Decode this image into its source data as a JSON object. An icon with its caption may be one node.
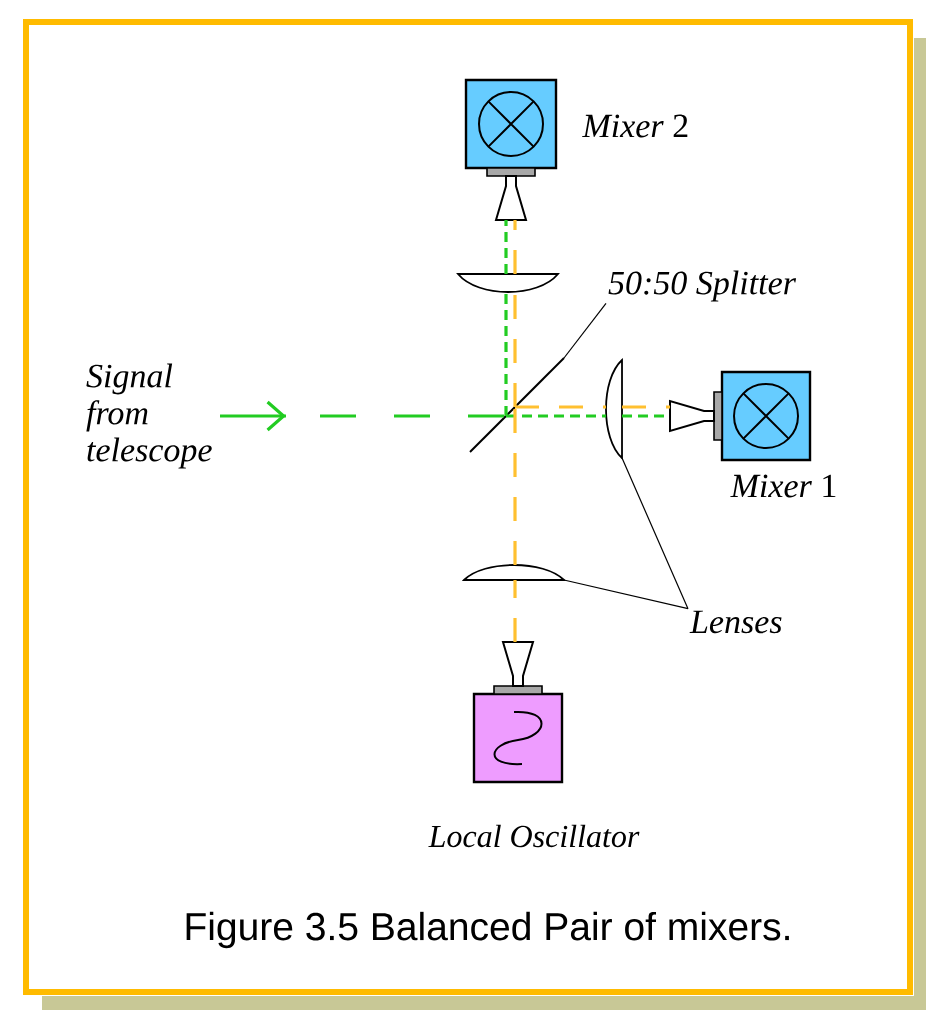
{
  "diagram": {
    "caption": "Figure 3.5 Balanced Pair of mixers.",
    "nodes": [
      {
        "text": [],
        "shape": "box",
        "beside": [
          "*Mixer* 2"
        ]
      },
      {
        "text": [],
        "shape": "lens"
      },
      {
        "text": [
          "50:50 Splitter"
        ]
      },
      {
        "text": [
          "Signal from telescope"
        ]
      },
      {
        "text": [],
        "shape": "line"
      },
      {
        "text": [],
        "shape": "lens"
      },
      {
        "text": [],
        "shape": "box",
        "beside": [
          "*Mixer* 1"
        ]
      },
      {
        "text": [],
        "shape": "lens"
      },
      {
        "text": [
          "Lenses"
        ]
      },
      {
        "text": [],
        "shape": "box",
        "beside": [
          "Local Oscillator"
        ]
      }
    ],
    "edges": [
      {
        "from": 3,
        "to": 4,
        "arrow": "to",
        "style": "dashed",
        "color": "#22cc22"
      },
      {
        "from": 4,
        "to": 1,
        "arrow": "none",
        "style": "dashed",
        "color": "#22cc22"
      },
      {
        "from": 1,
        "to": 0,
        "arrow": "none",
        "style": "dashed",
        "color": "#22cc22"
      },
      {
        "from": 4,
        "to": 5,
        "arrow": "none",
        "style": "dashed",
        "color": "#22cc22"
      },
      {
        "from": 5,
        "to": 6,
        "arrow": "none",
        "style": "dashed",
        "color": "#22cc22"
      },
      {
        "from": 9,
        "to": 7,
        "arrow": "none",
        "style": "dashed",
        "color": "#ffc030"
      },
      {
        "from": 7,
        "to": 4,
        "arrow": "none",
        "style": "dashed",
        "color": "#ffc030"
      },
      {
        "from": 4,
        "to": 1,
        "arrow": "none",
        "style": "dashed",
        "color": "#ffc030"
      },
      {
        "from": 1,
        "to": 0,
        "arrow": "none",
        "style": "dashed",
        "color": "#ffc030"
      },
      {
        "from": 4,
        "to": 5,
        "arrow": "none",
        "style": "dashed",
        "color": "#ffc030"
      },
      {
        "from": 5,
        "to": 6,
        "arrow": "none",
        "style": "dashed",
        "color": "#ffc030"
      },
      {
        "from": 2,
        "to": 4,
        "arrow": "none",
        "color": "#000000"
      },
      {
        "from": 8,
        "to": 5,
        "arrow": "none",
        "color": "#000000"
      },
      {
        "from": 8,
        "to": 7,
        "arrow": "none",
        "color": "#000000"
      }
    ]
  }
}
